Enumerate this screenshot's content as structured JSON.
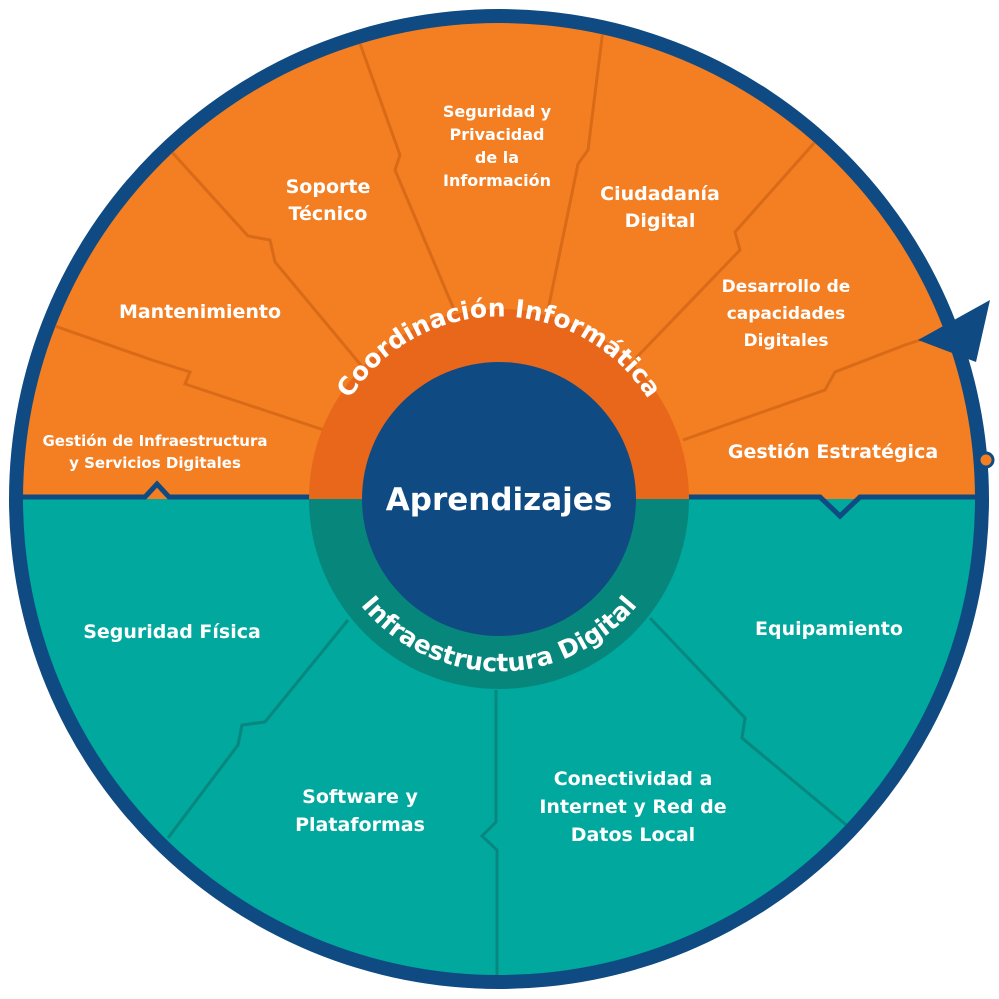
{
  "colors": {
    "orange": "#F47E22",
    "orange_divider": "#D96A18",
    "orange_ring": "#E8671A",
    "teal": "#00A89D",
    "teal_divider": "#07877F",
    "teal_ring": "#07877C",
    "navy": "#0F4B82",
    "white": "#FFFFFF"
  },
  "center": {
    "label": "Aprendizajes"
  },
  "upper_ring": {
    "label": "Coordinación Informática"
  },
  "lower_ring": {
    "label": "Infraestructura Digital"
  },
  "upper_segments": [
    {
      "lines": [
        "Gestión de Infraestructura",
        "y Servicios Digitales"
      ]
    },
    {
      "lines": [
        "Mantenimiento"
      ]
    },
    {
      "lines": [
        "Soporte",
        "Técnico"
      ]
    },
    {
      "lines": [
        "Seguridad y",
        "Privacidad",
        "de la",
        "Información"
      ]
    },
    {
      "lines": [
        "Ciudadanía",
        "Digital"
      ]
    },
    {
      "lines": [
        "Desarrollo de",
        "capacidades",
        "Digitales"
      ]
    },
    {
      "lines": [
        "Gestión Estratégica"
      ]
    }
  ],
  "lower_segments": [
    {
      "lines": [
        "Seguridad Física"
      ]
    },
    {
      "lines": [
        "Software y",
        "Plataformas"
      ]
    },
    {
      "lines": [
        "Conectividad a",
        "Internet y Red de",
        "Datos Local"
      ]
    },
    {
      "lines": [
        "Equipamiento"
      ]
    }
  ]
}
